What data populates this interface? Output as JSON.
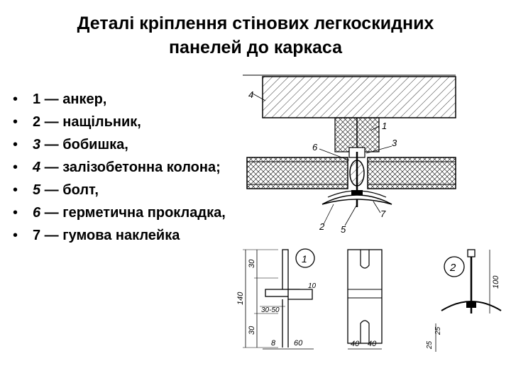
{
  "title": {
    "line1": "Деталі кріплення стінових легкоскидних",
    "line2": "панелей до каркаса"
  },
  "legend": [
    {
      "num": "1",
      "sep": " — ",
      "text": "анкер,",
      "italic": false
    },
    {
      "num": " 2",
      "sep": " — ",
      "text": "нащільник,",
      "italic": false
    },
    {
      "num": "3",
      "sep": " — ",
      "text": "бобишка,",
      "italic": true
    },
    {
      "num": "4",
      "sep": " — ",
      "text": "залізобетонна колона;",
      "italic": true
    },
    {
      "num": " 5",
      "sep": " — ",
      "text": "болт,",
      "italic": true
    },
    {
      "num": "6",
      "sep": " — ",
      "text": "герметична прокладка,",
      "italic": true
    },
    {
      "num": "7",
      "sep": " — ",
      "text": "гумова наклейка",
      "italic": false
    }
  ],
  "drawing": {
    "callouts": {
      "c1": "1",
      "c2": "2",
      "c3": "3",
      "c4": "4",
      "c5": "5",
      "c6": "6",
      "c7": "7"
    },
    "detail1": "1",
    "detail2": "2",
    "dims": {
      "d30a": "30",
      "d140": "140",
      "d30b": "30",
      "d10": "10",
      "d3050": "30-50",
      "d8": "8",
      "d60": "60",
      "d40a": "40",
      "d40b": "40",
      "d100": "100",
      "d25a": "25",
      "d25b": "25"
    }
  }
}
